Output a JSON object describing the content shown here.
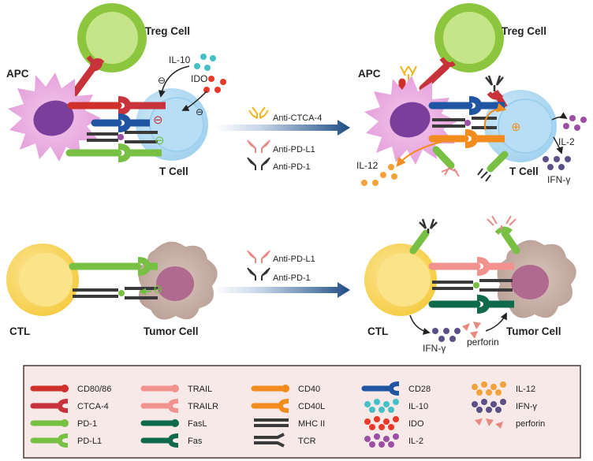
{
  "top_left": {
    "treg_label": "Treg Cell",
    "apc_label": "APC",
    "tcell_label": "T Cell",
    "il10_label": "IL-10",
    "ido_label": "IDO",
    "minus_symbol": "⊖"
  },
  "top_arrow": {
    "drugs": [
      "Anti-CTCA-4",
      "Anti-PD-L1",
      "Anti-PD-1"
    ]
  },
  "top_right": {
    "treg_label": "Treg Cell",
    "apc_label": "APC",
    "tcell_label": "T Cell",
    "il12_label": "IL-12",
    "il2_label": "IL-2",
    "ifng_label": "IFN-γ",
    "plus_symbol": "⊕"
  },
  "bottom_left": {
    "ctl_label": "CTL",
    "tumor_label": "Tumor Cell"
  },
  "bottom_arrow": {
    "drugs": [
      "Anti-PD-L1",
      "Anti-PD-1"
    ]
  },
  "bottom_right": {
    "ctl_label": "CTL",
    "tumor_label": "Tumor Cell",
    "ifng_label": "IFN-γ",
    "perforin_label": "perforin"
  },
  "legend": {
    "items": [
      {
        "label": "CD80/86",
        "icon": "ligand-rod-icon",
        "color": "#d0302c"
      },
      {
        "label": "CTCA-4",
        "icon": "receptor-cup-icon",
        "color": "#c8323a"
      },
      {
        "label": "PD-1",
        "icon": "ligand-rod-icon",
        "color": "#78c043"
      },
      {
        "label": "PD-L1",
        "icon": "receptor-cup-icon",
        "color": "#78c043"
      },
      {
        "label": "TRAIL",
        "icon": "ligand-rod-icon",
        "color": "#f2928f"
      },
      {
        "label": "TRAILR",
        "icon": "receptor-cup-icon",
        "color": "#f2928f"
      },
      {
        "label": "FasL",
        "icon": "ligand-rod-icon",
        "color": "#0f6a4c"
      },
      {
        "label": "Fas",
        "icon": "receptor-cup-icon",
        "color": "#0f6a4c"
      },
      {
        "label": "CD40",
        "icon": "ligand-rod-icon",
        "color": "#f28c1e"
      },
      {
        "label": "CD40L",
        "icon": "receptor-cup-icon",
        "color": "#f28c1e"
      },
      {
        "label": "MHC II",
        "icon": "mhc-icon",
        "color": "#3a3a3a"
      },
      {
        "label": "TCR",
        "icon": "tcr-icon",
        "color": "#3a3a3a"
      },
      {
        "label": "CD28",
        "icon": "receptor-cup-icon",
        "color": "#1f55a3"
      },
      {
        "label": "IL-10",
        "icon": "dots-icon",
        "color": "#45c0c4"
      },
      {
        "label": "IDO",
        "icon": "dots-icon",
        "color": "#e8392a"
      },
      {
        "label": "IL-2",
        "icon": "dots-icon",
        "color": "#9b4ea4"
      },
      {
        "label": "IL-12",
        "icon": "dots-icon",
        "color": "#f2a23a"
      },
      {
        "label": "IFN-γ",
        "icon": "dots-icon",
        "color": "#5b4f86"
      },
      {
        "label": "perforin",
        "icon": "triangles-icon",
        "color": "#e88a80"
      }
    ]
  }
}
